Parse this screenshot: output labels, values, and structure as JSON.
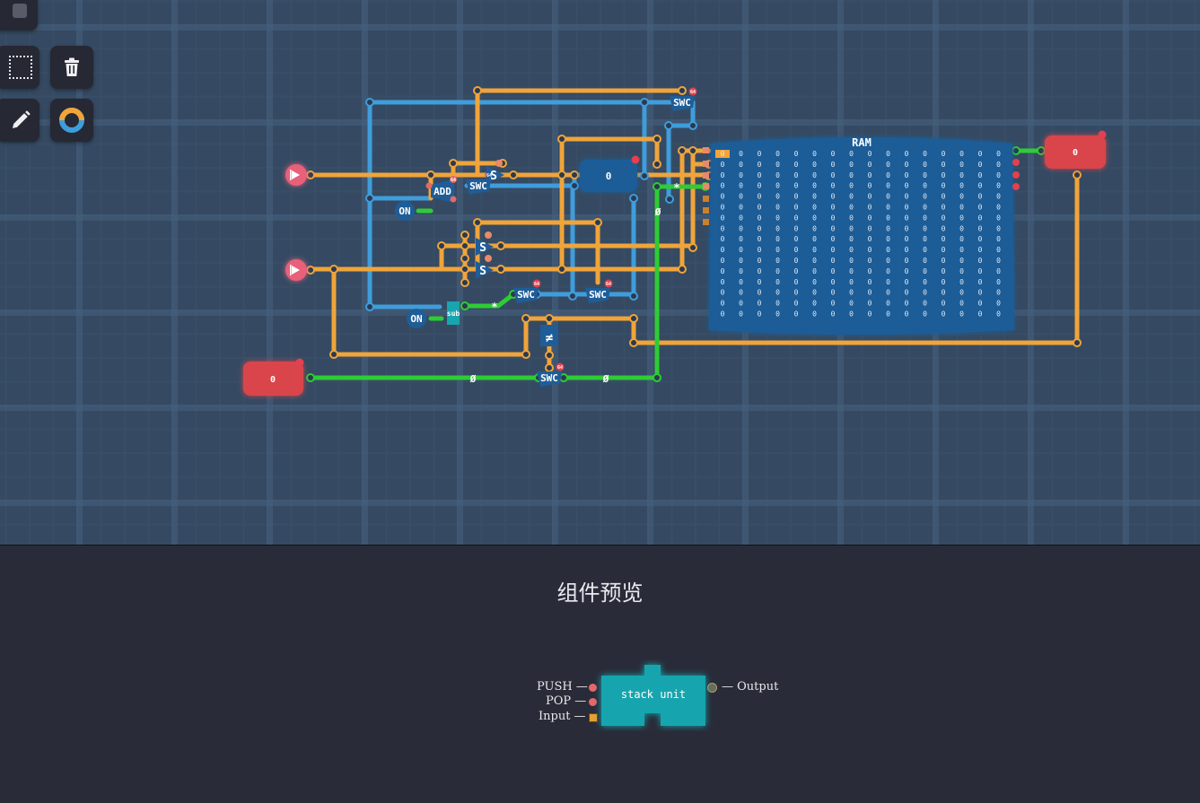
{
  "toolbar": {
    "buttons": [
      {
        "name": "stop-button",
        "icon": "stop-icon"
      },
      {
        "name": "select-area-button",
        "icon": "dotted-selection-icon"
      },
      {
        "name": "delete-button",
        "icon": "trash-icon"
      },
      {
        "name": "edit-button",
        "icon": "pencil-icon"
      },
      {
        "name": "color-button",
        "icon": "color-ring-icon"
      }
    ]
  },
  "circuit": {
    "components": {
      "add": "ADD",
      "swc": "SWC",
      "s": "S",
      "on": "ON",
      "sub": "sub",
      "ram": "RAM",
      "bit64": "64",
      "zero": "0",
      "slash_zero": "Ø",
      "star": "*",
      "neq": "≠"
    },
    "ram_grid": {
      "rows": 16,
      "cols": 16,
      "cell_value": "0"
    },
    "colors": {
      "bus": "#f0a43a",
      "data": "#3f9ddc",
      "active": "#2fcc35",
      "io": "#d9454c",
      "component": "#1f5d98",
      "ram": "#1f5d98"
    }
  },
  "preview": {
    "title": "组件预览",
    "component_name": "stack unit",
    "inputs": [
      {
        "label": "PUSH —",
        "pin": "circle"
      },
      {
        "label": "POP —",
        "pin": "circle"
      },
      {
        "label": "Input —",
        "pin": "square"
      }
    ],
    "outputs": [
      {
        "label": "— Output",
        "pin": "circle"
      }
    ],
    "colors": {
      "component": "#17a5ae",
      "input_pin": "#e36868",
      "bus_pin": "#e8a030",
      "output_pin": "#6b6b55"
    }
  }
}
